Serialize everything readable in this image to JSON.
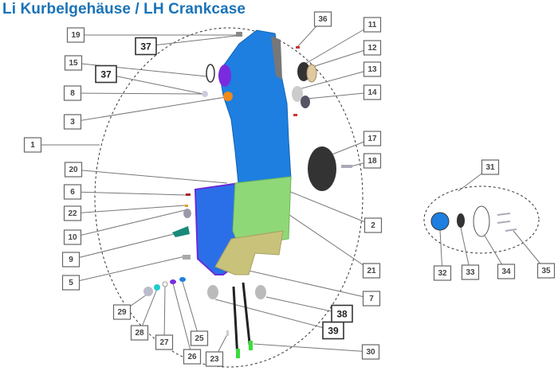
{
  "title": "Li Kurbelgehäuse / LH Crankcase",
  "callouts": [
    {
      "id": "19",
      "bold": false
    },
    {
      "id": "37",
      "bold": true
    },
    {
      "id": "15",
      "bold": false
    },
    {
      "id": "37",
      "bold": true
    },
    {
      "id": "8",
      "bold": false
    },
    {
      "id": "3",
      "bold": false
    },
    {
      "id": "1",
      "bold": false
    },
    {
      "id": "20",
      "bold": false
    },
    {
      "id": "6",
      "bold": false
    },
    {
      "id": "22",
      "bold": false
    },
    {
      "id": "10",
      "bold": false
    },
    {
      "id": "9",
      "bold": false
    },
    {
      "id": "5",
      "bold": false
    },
    {
      "id": "29",
      "bold": false
    },
    {
      "id": "28",
      "bold": false
    },
    {
      "id": "27",
      "bold": false
    },
    {
      "id": "26",
      "bold": false
    },
    {
      "id": "25",
      "bold": false
    },
    {
      "id": "23",
      "bold": false
    },
    {
      "id": "30",
      "bold": false
    },
    {
      "id": "39",
      "bold": true
    },
    {
      "id": "38",
      "bold": true
    },
    {
      "id": "7",
      "bold": false
    },
    {
      "id": "21",
      "bold": false
    },
    {
      "id": "2",
      "bold": false
    },
    {
      "id": "36",
      "bold": false
    },
    {
      "id": "11",
      "bold": false
    },
    {
      "id": "12",
      "bold": false
    },
    {
      "id": "13",
      "bold": false
    },
    {
      "id": "14",
      "bold": false
    },
    {
      "id": "17",
      "bold": false
    },
    {
      "id": "18",
      "bold": false
    },
    {
      "id": "31",
      "bold": false
    },
    {
      "id": "32",
      "bold": false
    },
    {
      "id": "33",
      "bold": false
    },
    {
      "id": "34",
      "bold": false
    },
    {
      "id": "35",
      "bold": false
    }
  ],
  "colors": {
    "title": "#1a73b8",
    "case_blue": "#1e7fe0",
    "case_green": "#8fd878",
    "case_yellow": "#c9c27a"
  }
}
